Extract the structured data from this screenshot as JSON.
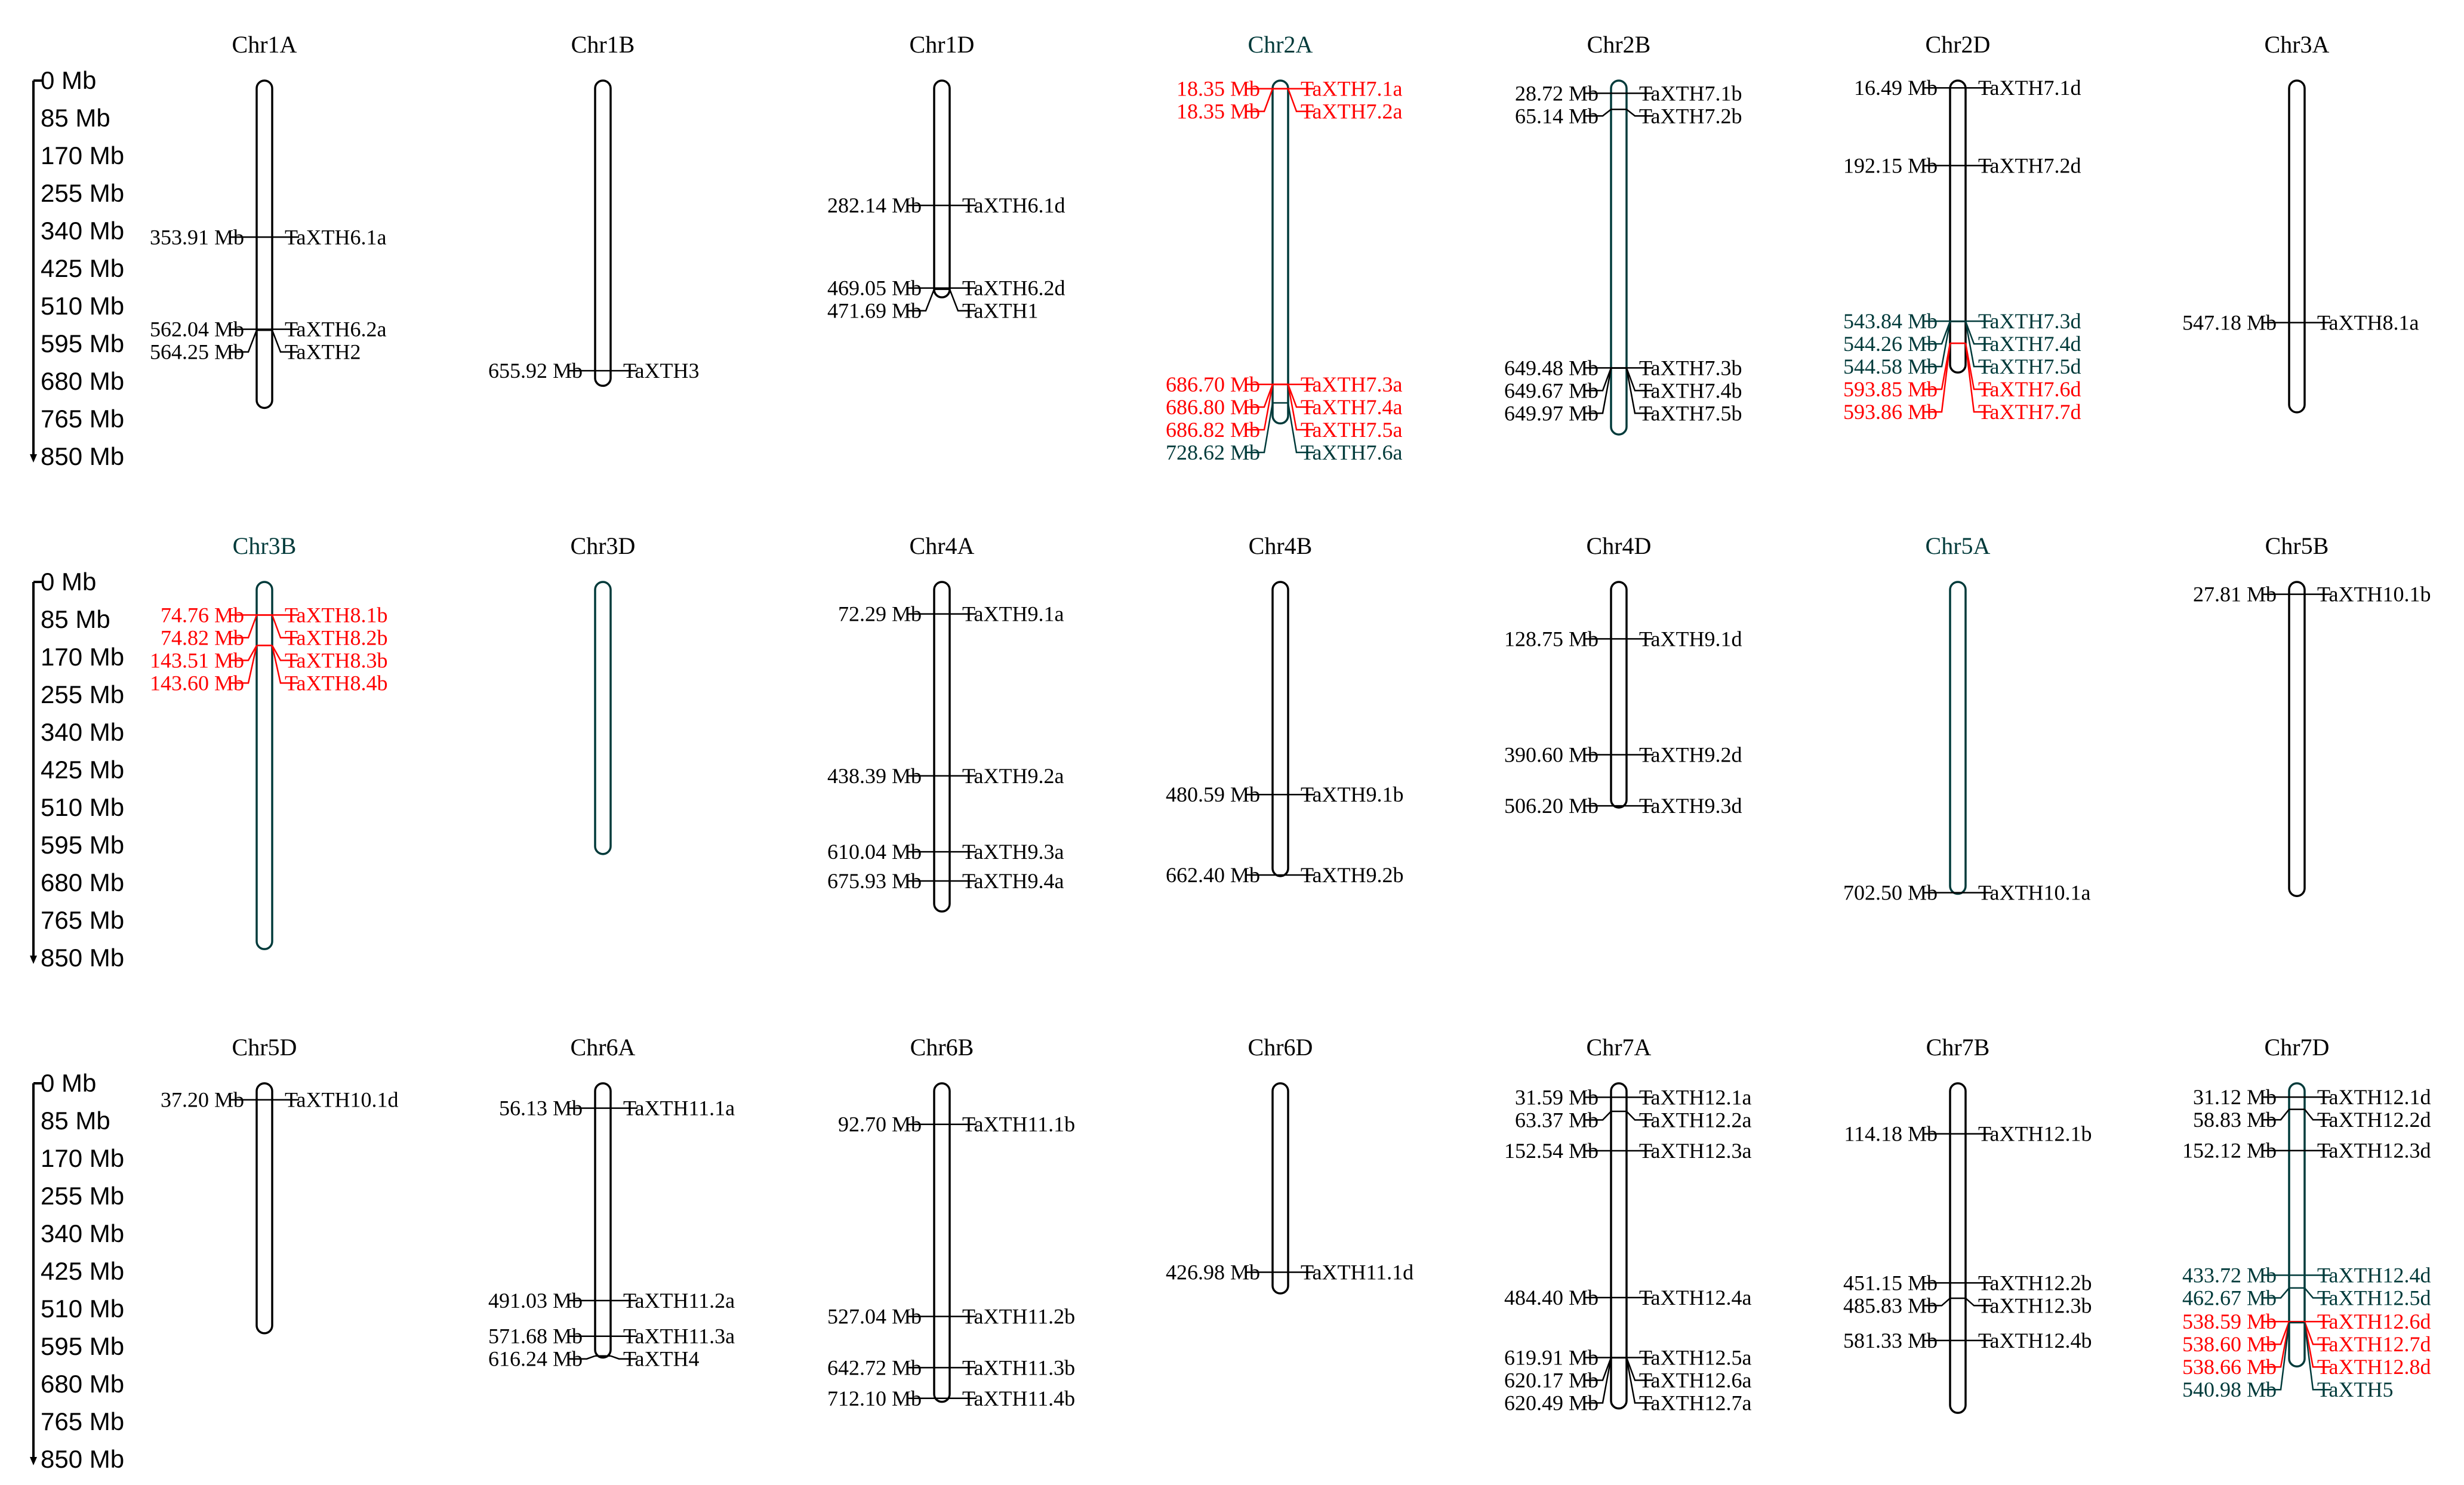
{
  "colors": {
    "default": "#000000",
    "highlight": "#ff0000",
    "dark_teal": "#003a3a",
    "chromosome_stroke": "#000000"
  },
  "axis": {
    "unit": "Mb",
    "min": 0,
    "max": 850,
    "ticks": [
      "0 Mb",
      "85 Mb",
      "170 Mb",
      "255 Mb",
      "340 Mb",
      "425 Mb",
      "510 Mb",
      "595 Mb",
      "680 Mb",
      "765 Mb",
      "850 Mb"
    ]
  },
  "chromosomes": [
    {
      "name": "Chr1A",
      "length": 740,
      "title_color": "default",
      "body_color": "default",
      "genes": [
        {
          "pos": 353.91,
          "pos_label": "353.91 Mb",
          "name": "TaXTH6.1a",
          "color": "default"
        },
        {
          "pos": 562.04,
          "pos_label": "562.04 Mb",
          "name": "TaXTH6.2a",
          "color": "default"
        },
        {
          "pos": 564.25,
          "pos_label": "564.25 Mb",
          "name": "TaXTH2",
          "color": "default"
        }
      ]
    },
    {
      "name": "Chr1B",
      "length": 690,
      "title_color": "default",
      "body_color": "default",
      "genes": [
        {
          "pos": 655.92,
          "pos_label": "655.92 Mb",
          "name": "TaXTH3",
          "color": "default"
        }
      ]
    },
    {
      "name": "Chr1D",
      "length": 490,
      "title_color": "default",
      "body_color": "default",
      "genes": [
        {
          "pos": 282.14,
          "pos_label": "282.14 Mb",
          "name": "TaXTH6.1d",
          "color": "default"
        },
        {
          "pos": 469.05,
          "pos_label": "469.05 Mb",
          "name": "TaXTH6.2d",
          "color": "default"
        },
        {
          "pos": 471.69,
          "pos_label": "471.69 Mb",
          "name": "TaXTH1",
          "color": "default"
        }
      ]
    },
    {
      "name": "Chr2A",
      "length": 775,
      "title_color": "dark_teal",
      "body_color": "dark_teal",
      "genes": [
        {
          "pos": 18.35,
          "pos_label": "18.35 Mb",
          "name": "TaXTH7.1a",
          "color": "highlight"
        },
        {
          "pos": 18.35,
          "pos_label": "18.35 Mb",
          "name": "TaXTH7.2a",
          "color": "highlight"
        },
        {
          "pos": 686.7,
          "pos_label": "686.70 Mb",
          "name": "TaXTH7.3a",
          "color": "highlight"
        },
        {
          "pos": 686.8,
          "pos_label": "686.80 Mb",
          "name": "TaXTH7.4a",
          "color": "highlight"
        },
        {
          "pos": 686.82,
          "pos_label": "686.82 Mb",
          "name": "TaXTH7.5a",
          "color": "highlight"
        },
        {
          "pos": 728.62,
          "pos_label": "728.62 Mb",
          "name": "TaXTH7.6a",
          "color": "dark_teal"
        }
      ]
    },
    {
      "name": "Chr2B",
      "length": 800,
      "title_color": "default",
      "body_color": "dark_teal",
      "genes": [
        {
          "pos": 28.72,
          "pos_label": "28.72 Mb",
          "name": "TaXTH7.1b",
          "color": "default"
        },
        {
          "pos": 65.14,
          "pos_label": "65.14 Mb",
          "name": "TaXTH7.2b",
          "color": "default"
        },
        {
          "pos": 649.48,
          "pos_label": "649.48 Mb",
          "name": "TaXTH7.3b",
          "color": "default"
        },
        {
          "pos": 649.67,
          "pos_label": "649.67 Mb",
          "name": "TaXTH7.4b",
          "color": "default"
        },
        {
          "pos": 649.97,
          "pos_label": "649.97 Mb",
          "name": "TaXTH7.5b",
          "color": "default"
        }
      ]
    },
    {
      "name": "Chr2D",
      "length": 660,
      "title_color": "default",
      "body_color": "default",
      "genes": [
        {
          "pos": 16.49,
          "pos_label": "16.49 Mb",
          "name": "TaXTH7.1d",
          "color": "default"
        },
        {
          "pos": 192.15,
          "pos_label": "192.15 Mb",
          "name": "TaXTH7.2d",
          "color": "default"
        },
        {
          "pos": 543.84,
          "pos_label": "543.84 Mb",
          "name": "TaXTH7.3d",
          "color": "dark_teal"
        },
        {
          "pos": 544.26,
          "pos_label": "544.26 Mb",
          "name": "TaXTH7.4d",
          "color": "dark_teal"
        },
        {
          "pos": 544.58,
          "pos_label": "544.58 Mb",
          "name": "TaXTH7.5d",
          "color": "dark_teal"
        },
        {
          "pos": 593.85,
          "pos_label": "593.85 Mb",
          "name": "TaXTH7.6d",
          "color": "highlight"
        },
        {
          "pos": 593.86,
          "pos_label": "593.86 Mb",
          "name": "TaXTH7.7d",
          "color": "highlight"
        }
      ]
    },
    {
      "name": "Chr3A",
      "length": 750,
      "title_color": "default",
      "body_color": "default",
      "genes": [
        {
          "pos": 547.18,
          "pos_label": "547.18 Mb",
          "name": "TaXTH8.1a",
          "color": "default"
        }
      ]
    },
    {
      "name": "Chr3B",
      "length": 830,
      "title_color": "dark_teal",
      "body_color": "dark_teal",
      "genes": [
        {
          "pos": 74.76,
          "pos_label": "74.76 Mb",
          "name": "TaXTH8.1b",
          "color": "highlight"
        },
        {
          "pos": 74.82,
          "pos_label": "74.82 Mb",
          "name": "TaXTH8.2b",
          "color": "highlight"
        },
        {
          "pos": 143.51,
          "pos_label": "143.51 Mb",
          "name": "TaXTH8.3b",
          "color": "highlight"
        },
        {
          "pos": 143.6,
          "pos_label": "143.60 Mb",
          "name": "TaXTH8.4b",
          "color": "highlight"
        }
      ]
    },
    {
      "name": "Chr3D",
      "length": 615,
      "title_color": "default",
      "body_color": "dark_teal",
      "genes": []
    },
    {
      "name": "Chr4A",
      "length": 745,
      "title_color": "default",
      "body_color": "default",
      "genes": [
        {
          "pos": 72.29,
          "pos_label": "72.29 Mb",
          "name": "TaXTH9.1a",
          "color": "default"
        },
        {
          "pos": 438.39,
          "pos_label": "438.39 Mb",
          "name": "TaXTH9.2a",
          "color": "default"
        },
        {
          "pos": 610.04,
          "pos_label": "610.04 Mb",
          "name": "TaXTH9.3a",
          "color": "default"
        },
        {
          "pos": 675.93,
          "pos_label": "675.93 Mb",
          "name": "TaXTH9.4a",
          "color": "default"
        }
      ]
    },
    {
      "name": "Chr4B",
      "length": 665,
      "title_color": "default",
      "body_color": "default",
      "genes": [
        {
          "pos": 480.59,
          "pos_label": "480.59 Mb",
          "name": "TaXTH9.1b",
          "color": "default"
        },
        {
          "pos": 662.4,
          "pos_label": "662.40 Mb",
          "name": "TaXTH9.2b",
          "color": "default"
        }
      ]
    },
    {
      "name": "Chr4D",
      "length": 510,
      "title_color": "default",
      "body_color": "default",
      "genes": [
        {
          "pos": 128.75,
          "pos_label": "128.75 Mb",
          "name": "TaXTH9.1d",
          "color": "default"
        },
        {
          "pos": 390.6,
          "pos_label": "390.60 Mb",
          "name": "TaXTH9.2d",
          "color": "default"
        },
        {
          "pos": 506.2,
          "pos_label": "506.20 Mb",
          "name": "TaXTH9.3d",
          "color": "default"
        }
      ]
    },
    {
      "name": "Chr5A",
      "length": 705,
      "title_color": "dark_teal",
      "body_color": "dark_teal",
      "genes": [
        {
          "pos": 702.5,
          "pos_label": "702.50 Mb",
          "name": "TaXTH10.1a",
          "color": "default"
        }
      ]
    },
    {
      "name": "Chr5B",
      "length": 710,
      "title_color": "default",
      "body_color": "default",
      "genes": [
        {
          "pos": 27.81,
          "pos_label": "27.81 Mb",
          "name": "TaXTH10.1b",
          "color": "default"
        }
      ]
    },
    {
      "name": "Chr5D",
      "length": 565,
      "title_color": "default",
      "body_color": "default",
      "genes": [
        {
          "pos": 37.2,
          "pos_label": "37.20 Mb",
          "name": "TaXTH10.1d",
          "color": "default"
        }
      ]
    },
    {
      "name": "Chr6A",
      "length": 620,
      "title_color": "default",
      "body_color": "default",
      "genes": [
        {
          "pos": 56.13,
          "pos_label": "56.13 Mb",
          "name": "TaXTH11.1a",
          "color": "default"
        },
        {
          "pos": 491.03,
          "pos_label": "491.03 Mb",
          "name": "TaXTH11.2a",
          "color": "default"
        },
        {
          "pos": 571.68,
          "pos_label": "571.68 Mb",
          "name": "TaXTH11.3a",
          "color": "default"
        },
        {
          "pos": 616.24,
          "pos_label": "616.24 Mb",
          "name": "TaXTH4",
          "color": "default"
        }
      ]
    },
    {
      "name": "Chr6B",
      "length": 720,
      "title_color": "default",
      "body_color": "default",
      "genes": [
        {
          "pos": 92.7,
          "pos_label": "92.70 Mb",
          "name": "TaXTH11.1b",
          "color": "default"
        },
        {
          "pos": 527.04,
          "pos_label": "527.04 Mb",
          "name": "TaXTH11.2b",
          "color": "default"
        },
        {
          "pos": 642.72,
          "pos_label": "642.72 Mb",
          "name": "TaXTH11.3b",
          "color": "default"
        },
        {
          "pos": 712.1,
          "pos_label": "712.10 Mb",
          "name": "TaXTH11.4b",
          "color": "default"
        }
      ]
    },
    {
      "name": "Chr6D",
      "length": 475,
      "title_color": "default",
      "body_color": "default",
      "genes": [
        {
          "pos": 426.98,
          "pos_label": "426.98 Mb",
          "name": "TaXTH11.1d",
          "color": "default"
        }
      ]
    },
    {
      "name": "Chr7A",
      "length": 735,
      "title_color": "default",
      "body_color": "default",
      "genes": [
        {
          "pos": 31.59,
          "pos_label": "31.59 Mb",
          "name": "TaXTH12.1a",
          "color": "default"
        },
        {
          "pos": 63.37,
          "pos_label": "63.37 Mb",
          "name": "TaXTH12.2a",
          "color": "default"
        },
        {
          "pos": 152.54,
          "pos_label": "152.54 Mb",
          "name": "TaXTH12.3a",
          "color": "default"
        },
        {
          "pos": 484.4,
          "pos_label": "484.40 Mb",
          "name": "TaXTH12.4a",
          "color": "default"
        },
        {
          "pos": 619.91,
          "pos_label": "619.91 Mb",
          "name": "TaXTH12.5a",
          "color": "default"
        },
        {
          "pos": 620.17,
          "pos_label": "620.17 Mb",
          "name": "TaXTH12.6a",
          "color": "default"
        },
        {
          "pos": 620.49,
          "pos_label": "620.49 Mb",
          "name": "TaXTH12.7a",
          "color": "default"
        }
      ]
    },
    {
      "name": "Chr7B",
      "length": 745,
      "title_color": "default",
      "body_color": "default",
      "genes": [
        {
          "pos": 114.18,
          "pos_label": "114.18 Mb",
          "name": "TaXTH12.1b",
          "color": "default"
        },
        {
          "pos": 451.15,
          "pos_label": "451.15 Mb",
          "name": "TaXTH12.2b",
          "color": "default"
        },
        {
          "pos": 485.83,
          "pos_label": "485.83 Mb",
          "name": "TaXTH12.3b",
          "color": "default"
        },
        {
          "pos": 581.33,
          "pos_label": "581.33 Mb",
          "name": "TaXTH12.4b",
          "color": "default"
        }
      ]
    },
    {
      "name": "Chr7D",
      "length": 640,
      "title_color": "default",
      "body_color": "dark_teal",
      "genes": [
        {
          "pos": 31.12,
          "pos_label": "31.12 Mb",
          "name": "TaXTH12.1d",
          "color": "default"
        },
        {
          "pos": 58.83,
          "pos_label": "58.83 Mb",
          "name": "TaXTH12.2d",
          "color": "default"
        },
        {
          "pos": 152.12,
          "pos_label": "152.12 Mb",
          "name": "TaXTH12.3d",
          "color": "default"
        },
        {
          "pos": 433.72,
          "pos_label": "433.72 Mb",
          "name": "TaXTH12.4d",
          "color": "dark_teal"
        },
        {
          "pos": 462.67,
          "pos_label": "462.67 Mb",
          "name": "TaXTH12.5d",
          "color": "dark_teal"
        },
        {
          "pos": 538.59,
          "pos_label": "538.59 Mb",
          "name": "TaXTH12.6d",
          "color": "highlight"
        },
        {
          "pos": 538.6,
          "pos_label": "538.60 Mb",
          "name": "TaXTH12.7d",
          "color": "highlight"
        },
        {
          "pos": 538.66,
          "pos_label": "538.66 Mb",
          "name": "TaXTH12.8d",
          "color": "highlight"
        },
        {
          "pos": 540.98,
          "pos_label": "540.98 Mb",
          "name": "TaXTH5",
          "color": "dark_teal"
        }
      ]
    }
  ]
}
